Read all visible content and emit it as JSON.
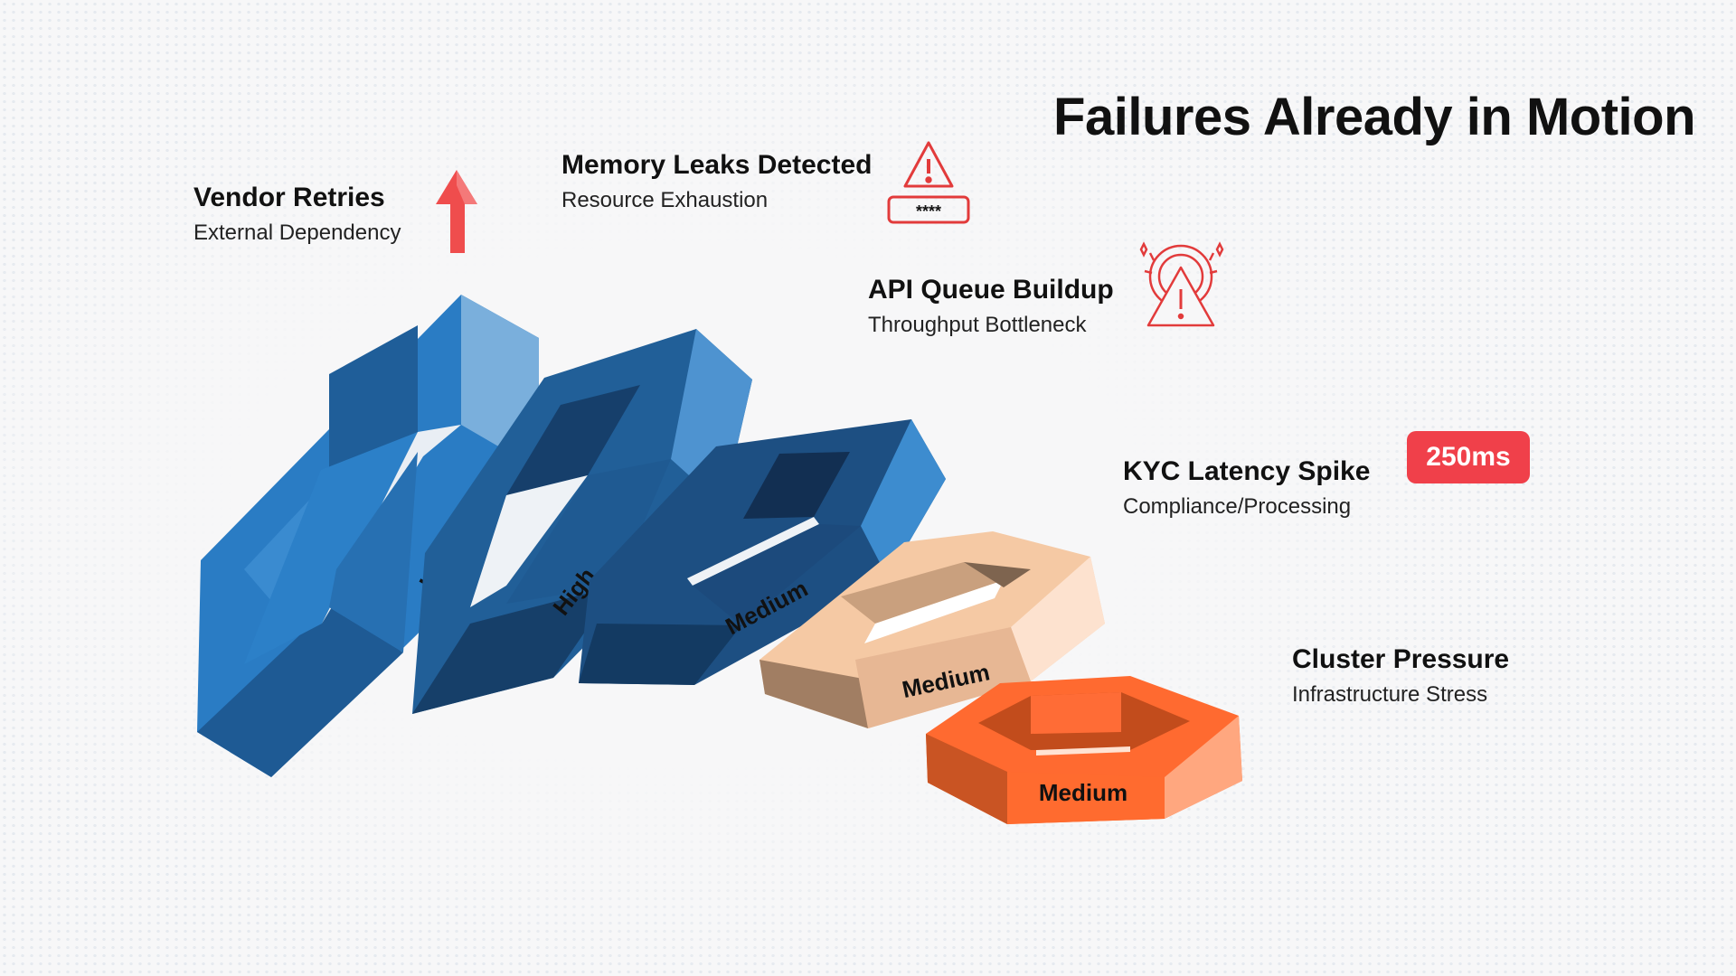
{
  "title": "Failures Already in Motion",
  "labels": [
    {
      "heading": "Vendor Retries",
      "subtitle": "External Dependency",
      "icon": "arrow-up-icon"
    },
    {
      "heading": "Memory Leaks Detected",
      "subtitle": "Resource Exhaustion",
      "icon": "warning-password-icon"
    },
    {
      "heading": "API Queue Buildup",
      "subtitle": "Throughput Bottleneck",
      "icon": "gear-warning-icon"
    },
    {
      "heading": "KYC Latency Spike",
      "subtitle": "Compliance/Processing",
      "badge": "250ms"
    },
    {
      "heading": "Cluster Pressure",
      "subtitle": "Infrastructure Stress"
    }
  ],
  "rings": [
    {
      "severity": "High",
      "color": "#2a7cc4"
    },
    {
      "severity": "High",
      "color": "#215f98"
    },
    {
      "severity": "Medium",
      "color": "#1d4f82"
    },
    {
      "severity": "Medium",
      "color": "#f2c29a"
    },
    {
      "severity": "Medium",
      "color": "#ff6a30"
    }
  ],
  "colors": {
    "alert_red": "#e23b3b",
    "badge_red": "#f0404a"
  }
}
